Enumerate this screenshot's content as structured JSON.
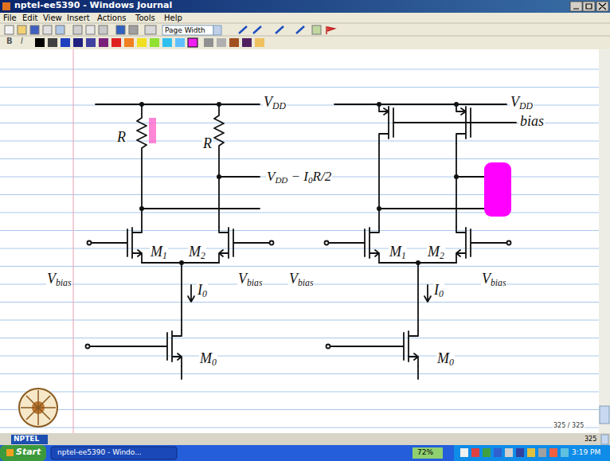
{
  "diagram": {
    "labels": [
      "nptel-ee5390 - Windows Journal",
      "File",
      "Edit",
      "View",
      "Insert",
      "Actions",
      "Tools",
      "Help",
      "Page Width",
      "R",
      "R",
      "VDD",
      "VDD − I0R/2",
      "M1",
      "M2",
      "Vbias",
      "Vbias",
      "I0",
      "M0",
      "VDD",
      "bias",
      "M1",
      "M2",
      "Vbias",
      "Vbias",
      "I0",
      "M0",
      "325 / 325",
      "325",
      "NPTEL",
      "Start",
      "nptel-ee5390 - Windo...",
      "72%",
      "3:19 PM",
      "B",
      "I"
    ]
  }
}
